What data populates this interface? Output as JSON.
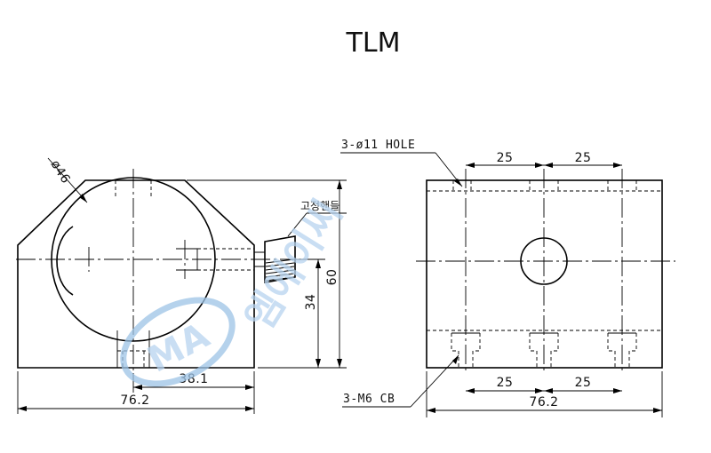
{
  "title": "TLM",
  "left_view": {
    "diameter_label": "ø46",
    "handle_label": "고정핸들",
    "height_label": "60",
    "center_height_label": "34",
    "half_width_label": "38.1",
    "width_label": "76.2"
  },
  "right_view": {
    "hole_note": "3-ø11 HOLE",
    "top_pitch_left": "25",
    "top_pitch_right": "25",
    "thread_note": "3-M6 CB",
    "bottom_pitch_left": "25",
    "bottom_pitch_right": "25",
    "width_label": "76.2"
  },
  "watermark": {
    "logo_letters": "MA",
    "company_text": "엠에이씨"
  },
  "colors": {
    "line": "#000000",
    "watermark": "#9cc3e6"
  }
}
